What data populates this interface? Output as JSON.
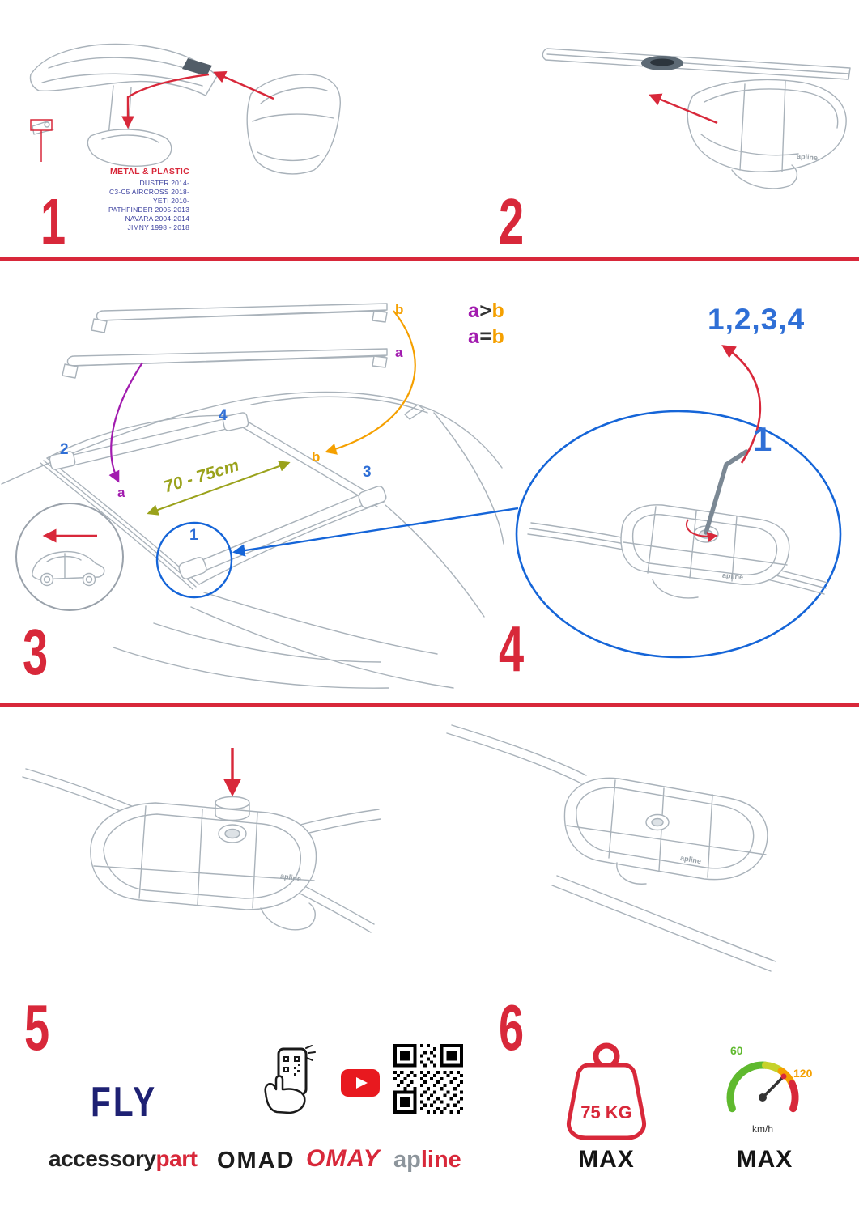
{
  "colors": {
    "accent_red": "#d8283a",
    "label_blue": "#2f6fd6",
    "callout_blue": "#1565d8",
    "purple": "#a21caf",
    "orange": "#f5a000",
    "olive": "#9aa21b",
    "models_navy": "#3a3f9e",
    "fly_navy": "#1e2173",
    "drawing_gray": "#a9b2ba"
  },
  "steps": {
    "s1": {
      "number": "1",
      "heading": "METAL & PLASTIC",
      "models": [
        "DUSTER 2014-",
        "C3-C5 AIRCROSS 2018-",
        "YETI 2010-",
        "PATHFINDER 2005-2013",
        "NAVARA 2004-2014",
        "JIMNY 1998 - 2018"
      ]
    },
    "s2": {
      "number": "2"
    },
    "s3": {
      "number": "3",
      "legend1": {
        "a": "a",
        "op": ">",
        "b": "b"
      },
      "legend2": {
        "a": "a",
        "op": "=",
        "b": "b"
      },
      "measurement": "70 - 75cm",
      "bar_b": "b",
      "bar_a": "a",
      "roof_b": "b",
      "roof_a": "a",
      "pos1": "1",
      "pos2": "2",
      "pos3": "3",
      "pos4": "4"
    },
    "s4": {
      "number": "4",
      "sequence": "1,2,3,4",
      "callout": "1"
    },
    "s5": {
      "number": "5"
    },
    "s6": {
      "number": "6"
    }
  },
  "product_logo": "apline",
  "footer": {
    "fly": "FLY",
    "accessory": "accessory",
    "part": "part",
    "omad": "OMAD",
    "omay": "OMAY",
    "apline_ap": "ap",
    "apline_line": "line",
    "weight_value": "75 KG",
    "weight_max": "MAX",
    "speed_low": "60",
    "speed_high": "120",
    "speed_unit": "km/h",
    "speed_max": "MAX"
  }
}
